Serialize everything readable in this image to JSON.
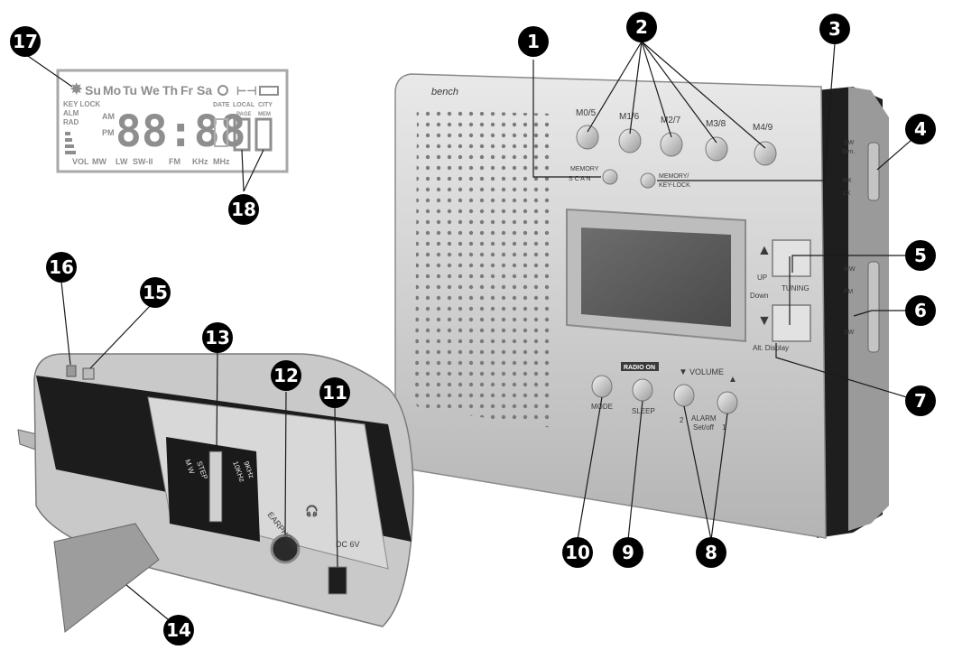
{
  "callouts": [
    "1",
    "2",
    "3",
    "4",
    "5",
    "6",
    "7",
    "8",
    "9",
    "10",
    "11",
    "12",
    "13",
    "14",
    "15",
    "16",
    "17",
    "18"
  ],
  "lcd": {
    "days": [
      "Su",
      "Mo",
      "Tu",
      "We",
      "Th",
      "Fr",
      "Sa"
    ],
    "key_lock": "KEY LOCK",
    "alm": "ALM",
    "rad": "RAD",
    "am": "AM",
    "pm": "PM",
    "digits": "88:88",
    "date": "DATE",
    "local": "LOCAL",
    "city": "CITY",
    "page": "PAGE",
    "mem": "MEM",
    "bands": [
      "VOL",
      "MW",
      "LW",
      "SW-II",
      "FM",
      "KHz",
      "MHz"
    ]
  },
  "device": {
    "brand": "bench",
    "memory_buttons": [
      "M0/5",
      "M1/6",
      "M2/7",
      "M3/8",
      "M4/9"
    ],
    "memory_scan": [
      "MEMORY",
      "S C A N"
    ],
    "memory_keylock": [
      "MEMORY/",
      "KEY-LOCK"
    ],
    "sensitivity": [
      "SW",
      "Sen."
    ],
    "rx": "RX",
    "lx": "LX",
    "up": "UP",
    "down": "Down",
    "tuning": "TUNING",
    "alt_display": "Alt. Display",
    "band_labels": [
      "MW",
      "FM",
      "SW"
    ],
    "radio_on": "RADIO ON",
    "volume": "VOLUME",
    "mode": "MODE",
    "sleep": "SLEEP",
    "alarm": [
      "ALARM",
      "Set/off"
    ],
    "alarm_nums": [
      "2",
      "1"
    ]
  },
  "side": {
    "band_switch": [
      "M W",
      "STEP",
      "10KHz",
      "9KHz"
    ],
    "earphone": "EARPHONE",
    "dc": "DC 6V"
  }
}
